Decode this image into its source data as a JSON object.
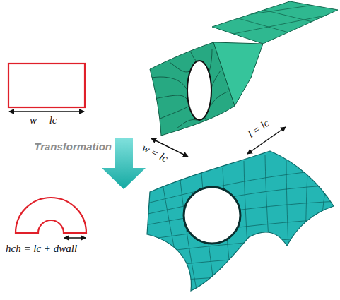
{
  "diagram": {
    "labels": [
      "w = lc",
      "w = lc",
      "l = lc",
      "Transformation",
      "hch = lc + dwall"
    ]
  }
}
